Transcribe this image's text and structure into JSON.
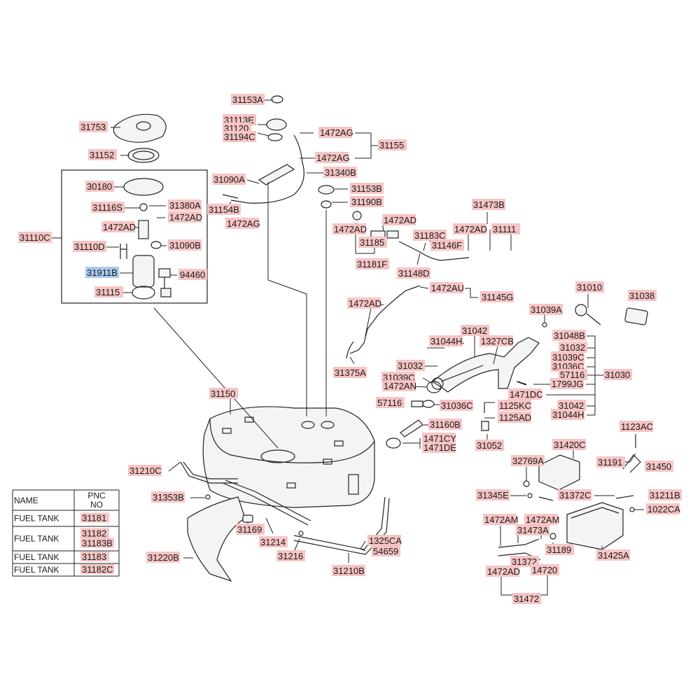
{
  "callouts": [
    {
      "text": "31153A"
    },
    {
      "text": "31753"
    },
    {
      "text": "31113E"
    },
    {
      "text": "31120"
    },
    {
      "text": "31194C"
    },
    {
      "text": "1472AG"
    },
    {
      "text": "31155"
    },
    {
      "text": "1472AG"
    },
    {
      "text": "31152"
    },
    {
      "text": "31340B"
    },
    {
      "text": "31090A"
    },
    {
      "text": "30180"
    },
    {
      "text": "31153B"
    },
    {
      "text": "31190B"
    },
    {
      "text": "31154B"
    },
    {
      "text": "31116S"
    },
    {
      "text": "31380A"
    },
    {
      "text": "1472AG"
    },
    {
      "text": "1472AD"
    },
    {
      "text": "31473B"
    },
    {
      "text": "1472AD"
    },
    {
      "text": "1472AD"
    },
    {
      "text": "31111"
    },
    {
      "text": "1472AD"
    },
    {
      "text": "31183C"
    },
    {
      "text": "1472AD"
    },
    {
      "text": "31110C"
    },
    {
      "text": "31110D"
    },
    {
      "text": "31090B"
    },
    {
      "text": "31185"
    },
    {
      "text": "31146F"
    },
    {
      "text": "31181F"
    },
    {
      "text": "31911B",
      "selected": true
    },
    {
      "text": "94460"
    },
    {
      "text": "31148D"
    },
    {
      "text": "31115"
    },
    {
      "text": "1472AU"
    },
    {
      "text": "31010"
    },
    {
      "text": "31038"
    },
    {
      "text": "1472AD"
    },
    {
      "text": "31145G"
    },
    {
      "text": "31039A"
    },
    {
      "text": "31042"
    },
    {
      "text": "31048B"
    },
    {
      "text": "31044H"
    },
    {
      "text": "1327CB"
    },
    {
      "text": "31032"
    },
    {
      "text": "31039C"
    },
    {
      "text": "31036C"
    },
    {
      "text": "31375A"
    },
    {
      "text": "31032"
    },
    {
      "text": "31030"
    },
    {
      "text": "31039C"
    },
    {
      "text": "57116"
    },
    {
      "text": "1472AN"
    },
    {
      "text": "1799JG"
    },
    {
      "text": "31150"
    },
    {
      "text": "1471DC"
    },
    {
      "text": "57116"
    },
    {
      "text": "31036C"
    },
    {
      "text": "1125KC"
    },
    {
      "text": "31042"
    },
    {
      "text": "1125AD"
    },
    {
      "text": "31044H"
    },
    {
      "text": "31160B"
    },
    {
      "text": "1123AC"
    },
    {
      "text": "1471CY"
    },
    {
      "text": "1471DE"
    },
    {
      "text": "31052"
    },
    {
      "text": "31420C"
    },
    {
      "text": "32769A"
    },
    {
      "text": "31191"
    },
    {
      "text": "31450"
    },
    {
      "text": "31210C"
    },
    {
      "text": "31345E"
    },
    {
      "text": "31372C"
    },
    {
      "text": "31211B"
    },
    {
      "text": "31353B"
    },
    {
      "text": "1022CA"
    },
    {
      "text": "31169"
    },
    {
      "text": "1472AM"
    },
    {
      "text": "1472AM"
    },
    {
      "text": "31214"
    },
    {
      "text": "31473A"
    },
    {
      "text": "1325CA"
    },
    {
      "text": "54659"
    },
    {
      "text": "31189"
    },
    {
      "text": "31220B"
    },
    {
      "text": "31216"
    },
    {
      "text": "31425A"
    },
    {
      "text": "31372"
    },
    {
      "text": "14720"
    },
    {
      "text": "1472AD"
    },
    {
      "text": "31210B"
    },
    {
      "text": "31472"
    }
  ],
  "table": {
    "header": {
      "name": "NAME",
      "pnc": "PNC\nNO"
    },
    "rows": [
      {
        "name": "FUEL TANK",
        "pnc": [
          "31181"
        ]
      },
      {
        "name": "FUEL TANK",
        "pnc": [
          "31182",
          "31183B"
        ]
      },
      {
        "name": "FUEL TANK",
        "pnc": [
          "31183"
        ]
      },
      {
        "name": "FUEL TANK",
        "pnc": [
          "31182C"
        ]
      }
    ]
  },
  "colors": {
    "label_bg": "#f6c4c4",
    "label_selected_bg": "#a9c8ef",
    "line": "#222222"
  }
}
